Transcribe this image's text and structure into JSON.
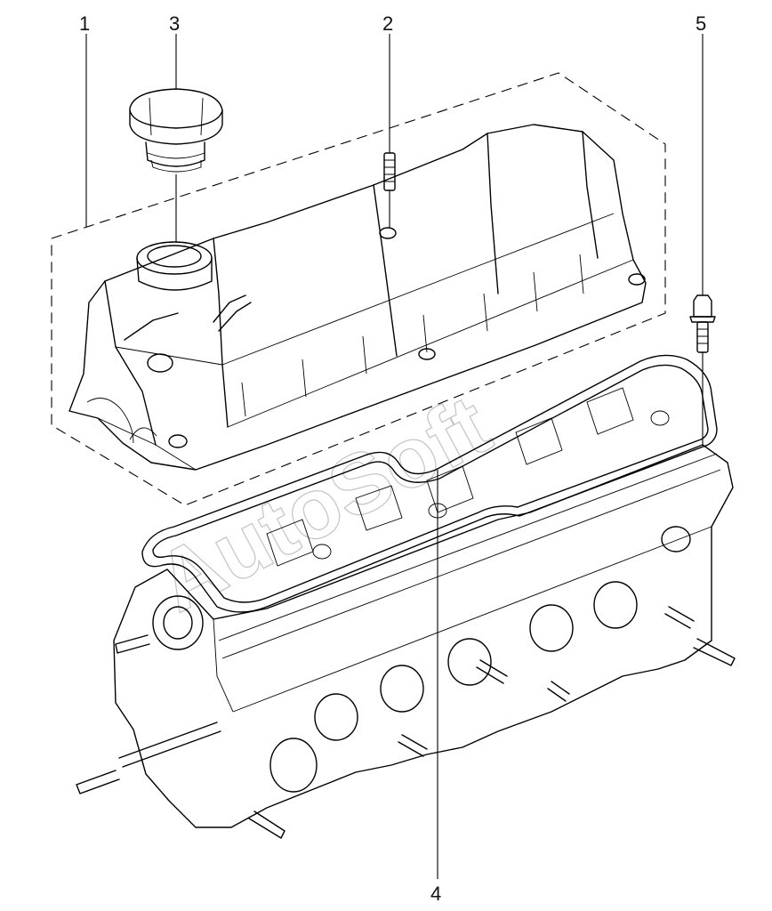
{
  "callouts": [
    {
      "id": "1",
      "label": "1"
    },
    {
      "id": "2",
      "label": "2"
    },
    {
      "id": "3",
      "label": "3"
    },
    {
      "id": "4",
      "label": "4"
    },
    {
      "id": "5",
      "label": "5"
    }
  ],
  "watermark": "AutoSoft"
}
